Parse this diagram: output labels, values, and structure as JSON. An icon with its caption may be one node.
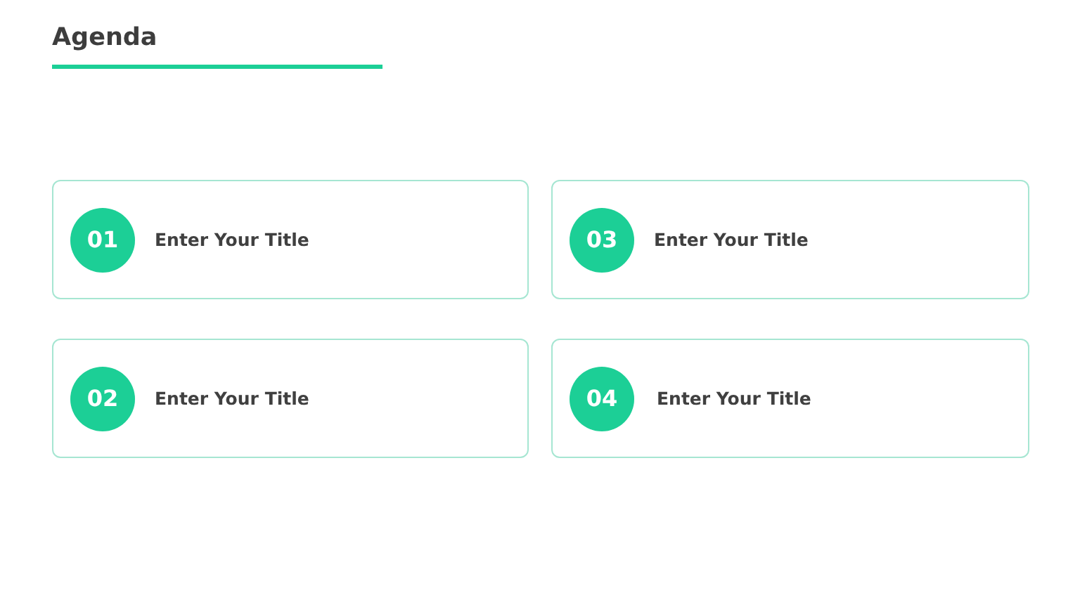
{
  "diagram": {
    "title": "Agenda",
    "nodes": [
      {
        "text": [
          "Enter Your Title"
        ]
      },
      {
        "text": [
          "01"
        ],
        "in": 0
      },
      {
        "text": [
          "Enter Your Title"
        ]
      },
      {
        "text": [
          "03"
        ],
        "in": 2
      },
      {
        "text": [
          "Enter Your Title"
        ]
      },
      {
        "text": [
          "02"
        ],
        "in": 4
      },
      {
        "text": [
          "Enter Your Title"
        ]
      },
      {
        "text": [
          "04"
        ],
        "in": 6
      }
    ]
  }
}
